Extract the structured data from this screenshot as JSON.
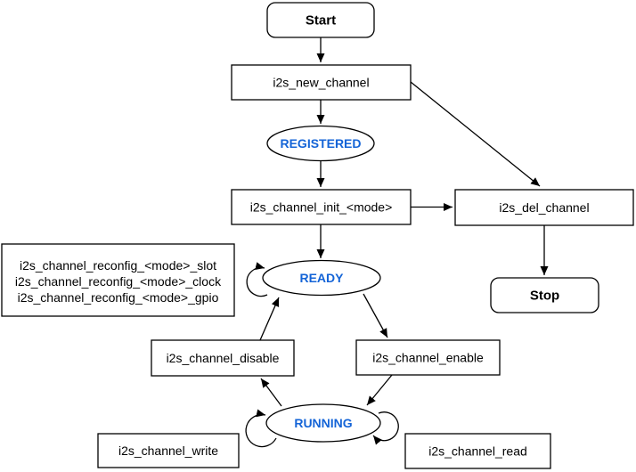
{
  "diagram": {
    "nodes": {
      "start": "Start",
      "new_channel": "i2s_new_channel",
      "registered": "REGISTERED",
      "init": "i2s_channel_init_<mode>",
      "del_channel": "i2s_del_channel",
      "stop": "Stop",
      "ready": "READY",
      "reconfig_lines": [
        "i2s_channel_reconfig_<mode>_slot",
        "i2s_channel_reconfig_<mode>_clock",
        "i2s_channel_reconfig_<mode>_gpio"
      ],
      "disable": "i2s_channel_disable",
      "enable": "i2s_channel_enable",
      "running": "RUNNING",
      "write": "i2s_channel_write",
      "read": "i2s_channel_read"
    },
    "colors": {
      "state_label": "#1464D7",
      "node_label": "#000000",
      "stroke": "#000000",
      "background": "#FFFFFF"
    }
  }
}
